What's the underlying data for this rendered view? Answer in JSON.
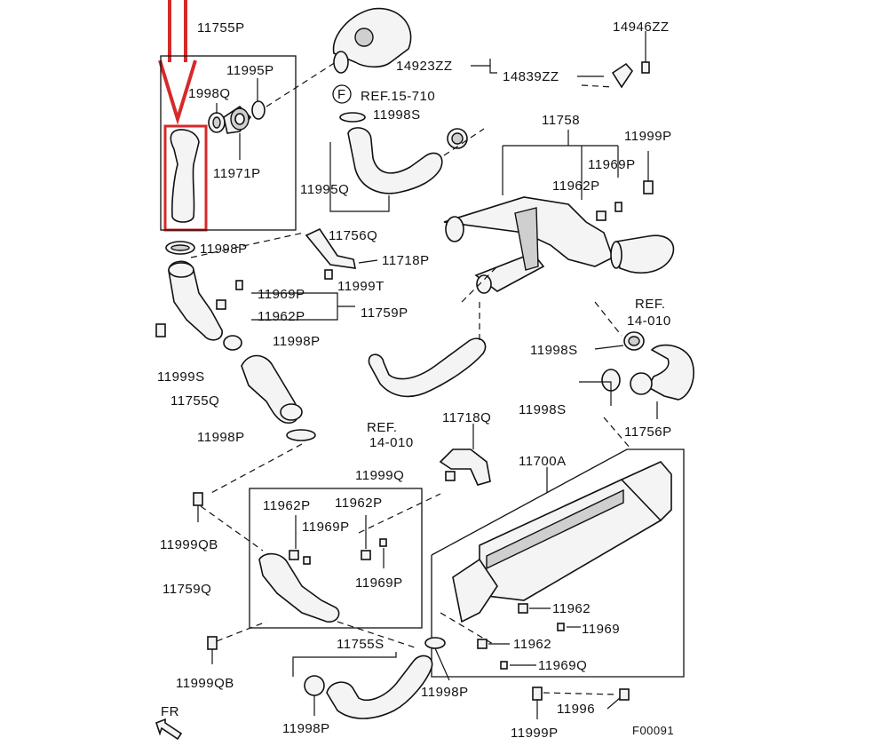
{
  "labels": {
    "p11755P": "11755P",
    "p14946ZZ": "14946ZZ",
    "p11995P": "11995P",
    "p14923ZZ": "14923ZZ",
    "p14839ZZ": "14839ZZ",
    "p1998Q": "1998Q",
    "ref_15_710": "REF.15-710",
    "f_circle": "F",
    "p11998S_a": "11998S",
    "p11758": "11758",
    "p11999P_a": "11999P",
    "p11971P": "11971P",
    "p11969P_a": "11969P",
    "p11995Q": "11995Q",
    "p11962P_a": "11962P",
    "p11756Q": "11756Q",
    "p11998P_a": "11998P",
    "p11718P": "11718P",
    "p11999T": "11999T",
    "ref_14_010_a1": "REF.",
    "ref_14_010_a2": "14-010",
    "p11969P_b": "11969P",
    "p11962P_b": "11962P",
    "p11759P": "11759P",
    "p11998P_b": "11998P",
    "p11998S_b": "11998S",
    "p11999S": "11999S",
    "p11755Q": "11755Q",
    "p11998S_c": "11998S",
    "p11998P_c": "11998P",
    "ref_14_010_b1": "REF.",
    "ref_14_010_b2": "14-010",
    "p11718Q": "11718Q",
    "p11756P": "11756P",
    "p11999Q": "11999Q",
    "p11700A": "11700A",
    "p11962P_c": "11962P",
    "p11962P_d": "11962P",
    "p11969P_c": "11969P",
    "p11999QB_a": "11999QB",
    "p11969P_d": "11969P",
    "p11759Q": "11759Q",
    "p11962": "11962",
    "p11969": "11969",
    "p11962_b": "11962",
    "p11755S": "11755S",
    "p11969Q": "11969Q",
    "p11999QB_b": "11999QB",
    "p11998P_d": "11998P",
    "p11996": "11996",
    "fr": "FR",
    "p11998P_e": "11998P",
    "p11999P_b": "11999P",
    "f00091": "F00091"
  },
  "colors": {
    "highlight": "#d62a2a",
    "ink": "#111111"
  }
}
